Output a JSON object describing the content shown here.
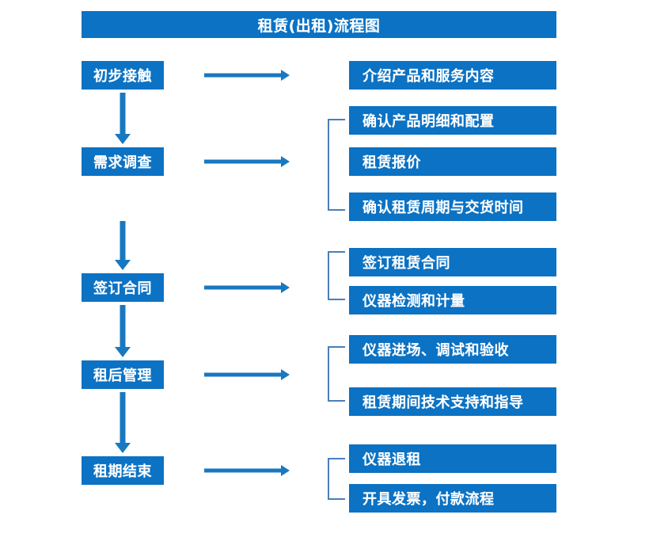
{
  "title": {
    "text": "租赁(出租)流程图"
  },
  "colors": {
    "box_fill": "#0b72c4",
    "box_text": "#ffffff",
    "arrow": "#1878c0",
    "bracket": "#4a7ebb",
    "background": "#ffffff"
  },
  "stages": [
    {
      "label": "初步接触"
    },
    {
      "label": "需求调查"
    },
    {
      "label": "签订合同"
    },
    {
      "label": "租后管理"
    },
    {
      "label": "租期结束"
    }
  ],
  "details": [
    {
      "stage": "初步接触",
      "items": [
        "介绍产品和服务内容"
      ]
    },
    {
      "stage": "需求调查",
      "items": [
        "确认产品明细和配置",
        "租赁报价",
        "确认租赁周期与交货时间"
      ]
    },
    {
      "stage": "签订合同",
      "items": [
        "签订租赁合同",
        "仪器检测和计量"
      ]
    },
    {
      "stage": "租后管理",
      "items": [
        "仪器进场、调试和验收",
        "租赁期间技术支持和指导"
      ]
    },
    {
      "stage": "租期结束",
      "items": [
        "仪器退租",
        "开具发票，付款流程"
      ]
    }
  ],
  "detail_boxes": [
    {
      "text": "介绍产品和服务内容"
    },
    {
      "text": "确认产品明细和配置"
    },
    {
      "text": "租赁报价"
    },
    {
      "text": "确认租赁周期与交货时间"
    },
    {
      "text": "签订租赁合同"
    },
    {
      "text": "仪器检测和计量"
    },
    {
      "text": "仪器进场、调试和验收"
    },
    {
      "text": "租赁期间技术支持和指导"
    },
    {
      "text": "仪器退租"
    },
    {
      "text": "开具发票，付款流程"
    }
  ]
}
